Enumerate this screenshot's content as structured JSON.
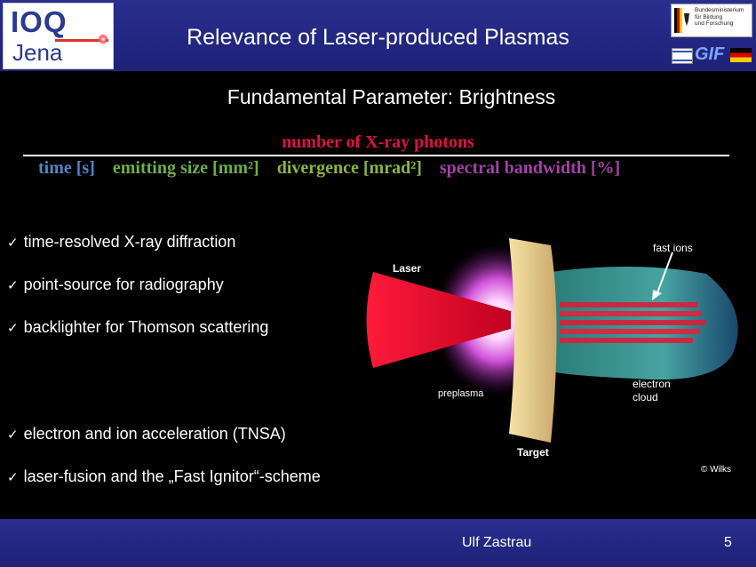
{
  "header": {
    "logo_ioq": "IOQ",
    "logo_jena": "Jena",
    "title": "Relevance of Laser-produced Plasmas",
    "bmbf_text": "Bundesministerium\nfür Bildung\nund Forschung",
    "gif_text": "GIF"
  },
  "subtitle": "Fundamental Parameter: Brightness",
  "formula": {
    "numerator": "number of  X-ray photons",
    "denominator": [
      {
        "text": "time [s]",
        "color": "#4f86c6"
      },
      {
        "text": "emitting size [mm²]",
        "color": "#6cb043"
      },
      {
        "text": "divergence [mrad²]",
        "color": "#8bb63a"
      },
      {
        "text": "spectral bandwidth [%]",
        "color": "#a53fa8"
      }
    ]
  },
  "bullets": [
    "time-resolved X-ray diffraction",
    "point-source for radiography",
    "backlighter for Thomson scattering",
    "electron and ion acceleration (TNSA)",
    "laser-fusion and the „Fast Ignitor“-scheme"
  ],
  "check_glyph": "✓",
  "figure": {
    "laser": "Laser",
    "fast_ions": "fast ions",
    "preplasma": "preplasma",
    "electron_cloud_1": "electron",
    "electron_cloud_2": "cloud",
    "target": "Target",
    "credit": "© Wilks"
  },
  "footer": {
    "author": "Ulf Zastrau",
    "page": "5"
  }
}
